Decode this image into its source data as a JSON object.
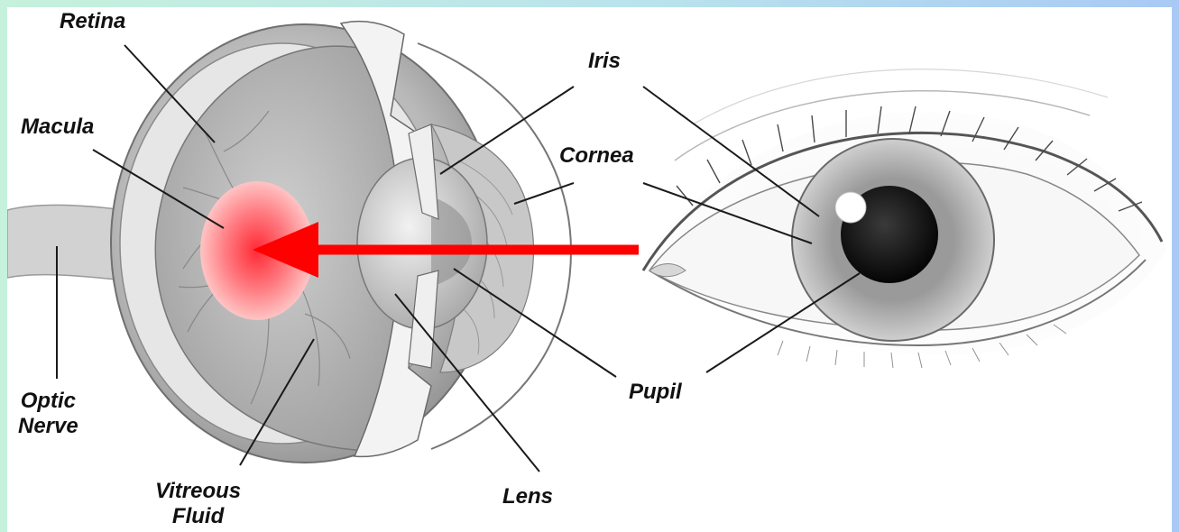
{
  "labels": {
    "retina": "Retina",
    "macula": "Macula",
    "optic_nerve_line1": "Optic",
    "optic_nerve_line2": "Nerve",
    "vitreous_line1": "Vitreous",
    "vitreous_line2": "Fluid",
    "lens": "Lens",
    "iris": "Iris",
    "cornea": "Cornea",
    "pupil": "Pupil"
  },
  "colors": {
    "arrow": "#ff0000",
    "macula_highlight": "#ff3a45",
    "background_left": "#c6f1dc",
    "background_right": "#a9c9f4"
  }
}
